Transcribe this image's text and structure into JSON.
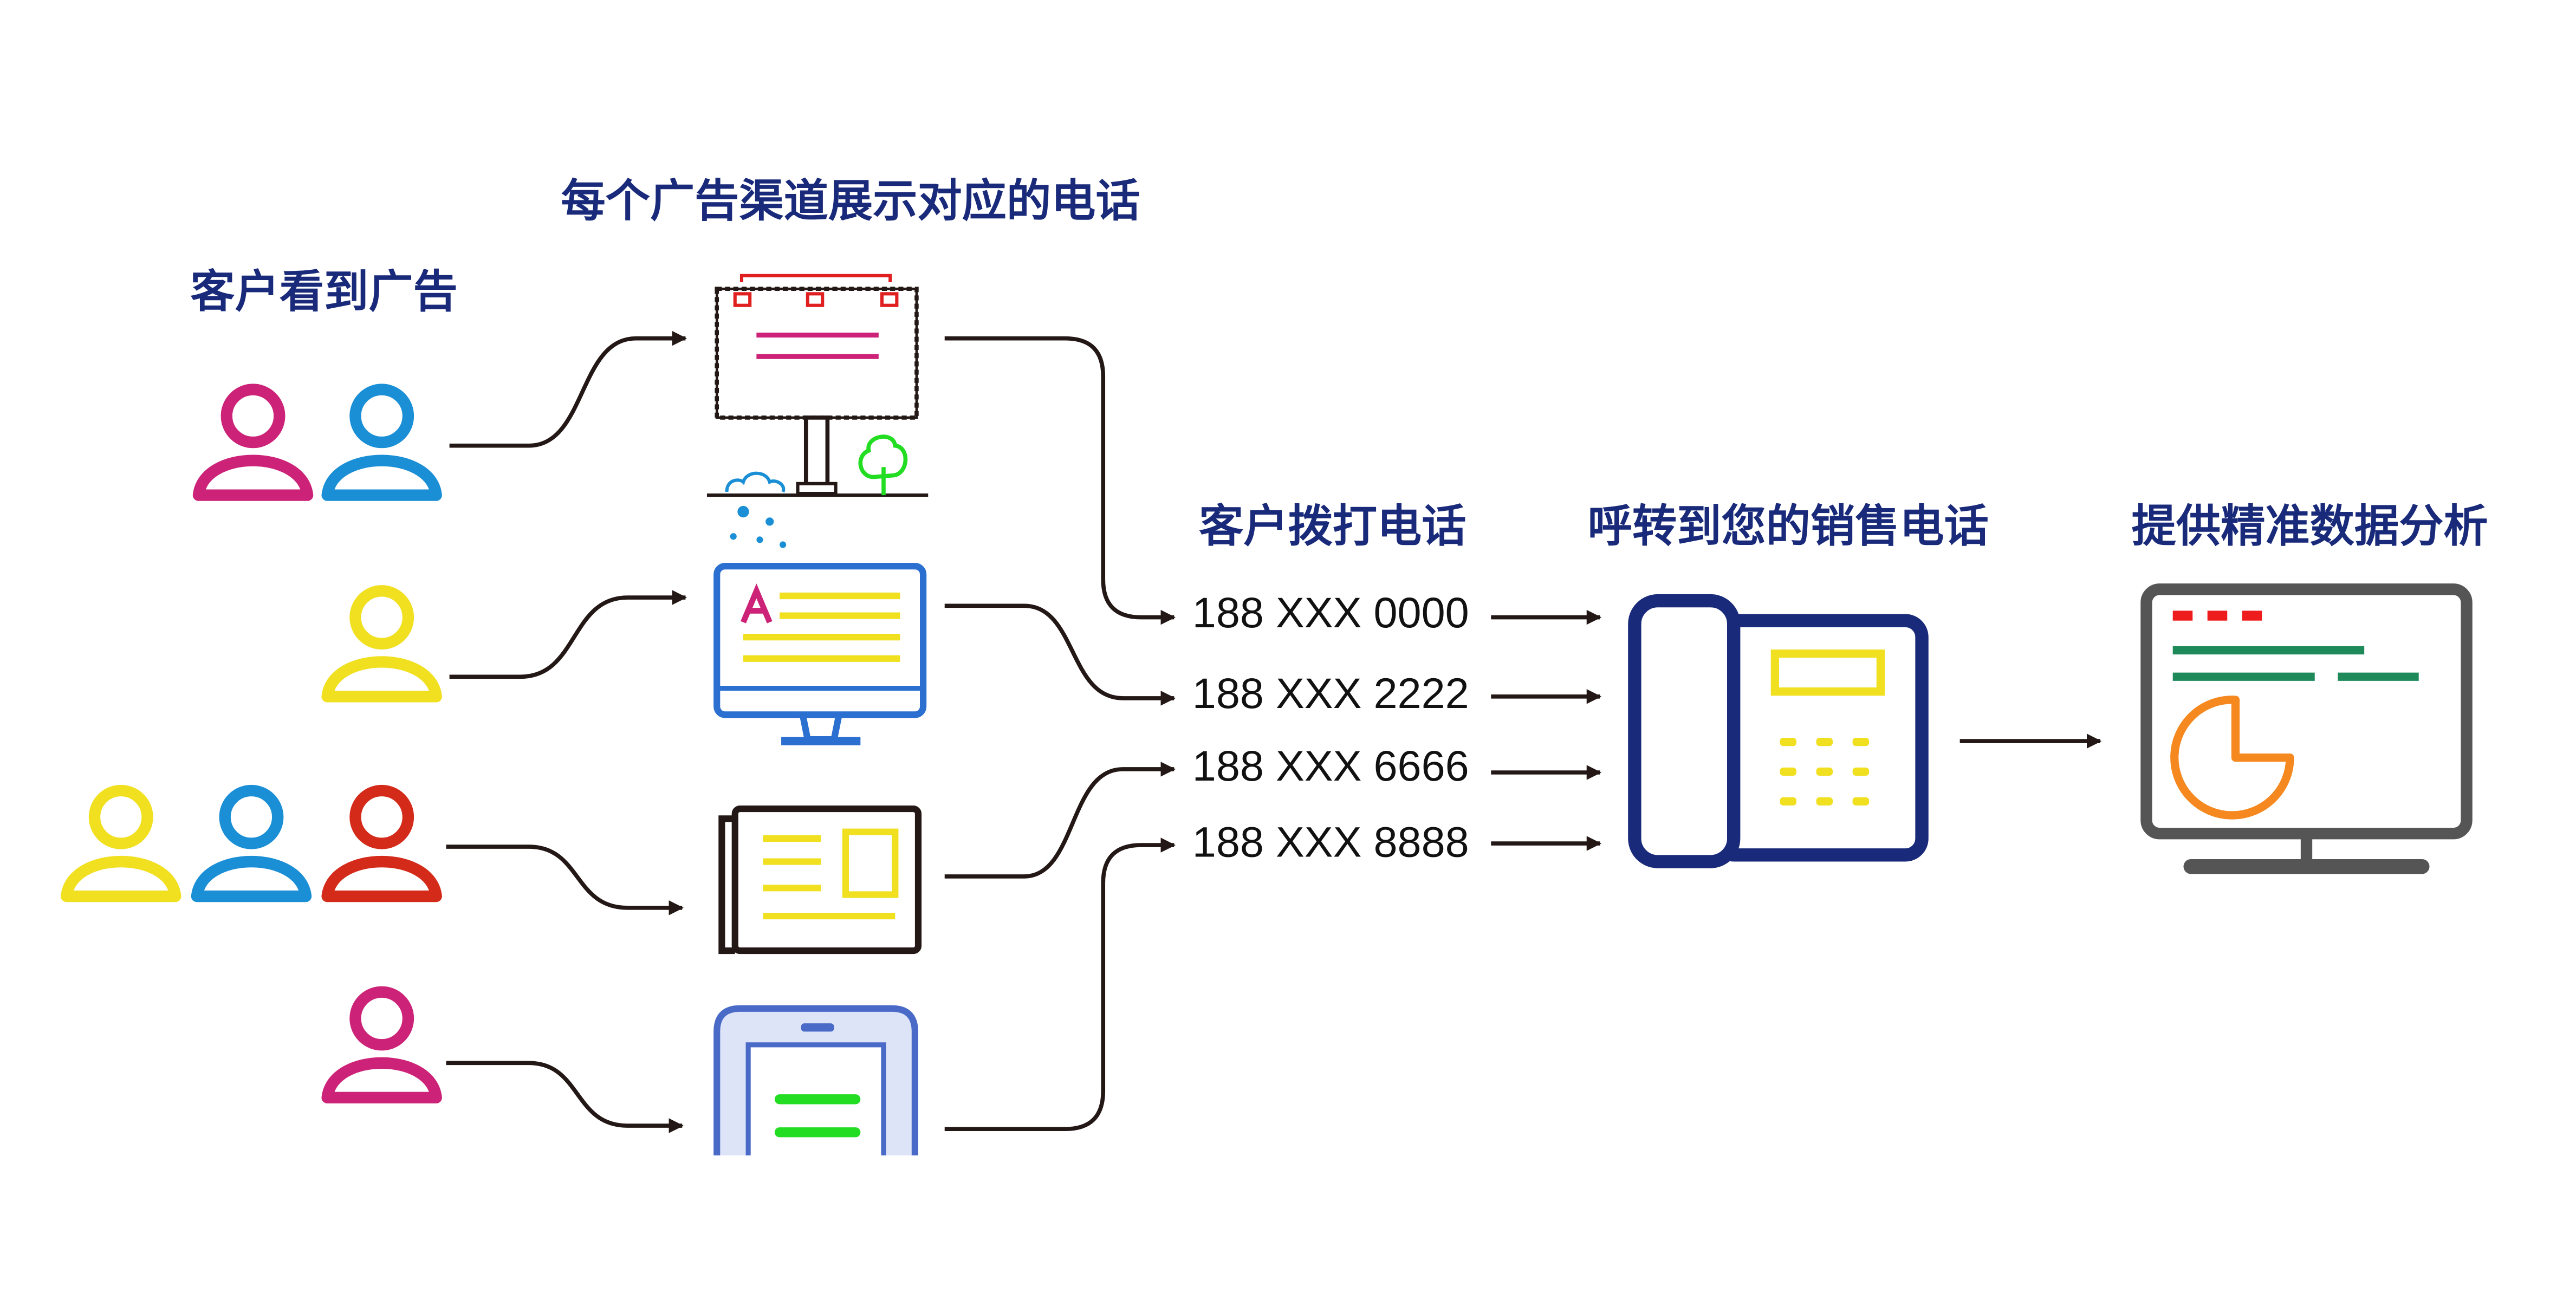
{
  "headings": {
    "customers_see_ad": "客户看到广告",
    "channels_show_number": "每个广告渠道展示对应的电话",
    "customer_dials": "客户拨打电话",
    "forward_to_sales": "呼转到您的销售电话",
    "data_analysis": "提供精准数据分析"
  },
  "phone_numbers": [
    "188 XXX 0000",
    "188 XXX 2222",
    "188 XXX 6666",
    "188 XXX 8888"
  ],
  "channels": [
    {
      "name": "billboard",
      "icon": "billboard-icon",
      "number_index": 0
    },
    {
      "name": "computer",
      "icon": "computer-ad-icon",
      "number_index": 1
    },
    {
      "name": "newspaper",
      "icon": "newspaper-icon",
      "number_index": 2
    },
    {
      "name": "mobile",
      "icon": "mobile-phone-icon",
      "number_index": 3
    }
  ],
  "customer_groups": [
    {
      "channel": "billboard",
      "people": [
        "#cc2277",
        "#1a8fd6"
      ]
    },
    {
      "channel": "computer",
      "people": [
        "#f0e020"
      ]
    },
    {
      "channel": "newspaper",
      "people": [
        "#f0e020",
        "#1a8fd6",
        "#d42a1a"
      ]
    },
    {
      "channel": "mobile",
      "people": [
        "#cc2277"
      ]
    }
  ],
  "colors": {
    "heading": "#1a2a7a",
    "desk_phone": "#1a2a7a",
    "desk_phone_keys": "#f0e020",
    "analytics_frame": "#555555",
    "analytics_red": "#ee1c1c",
    "analytics_green": "#1e8a5a",
    "analytics_pie": "#f5881f",
    "connector": "#231815"
  }
}
